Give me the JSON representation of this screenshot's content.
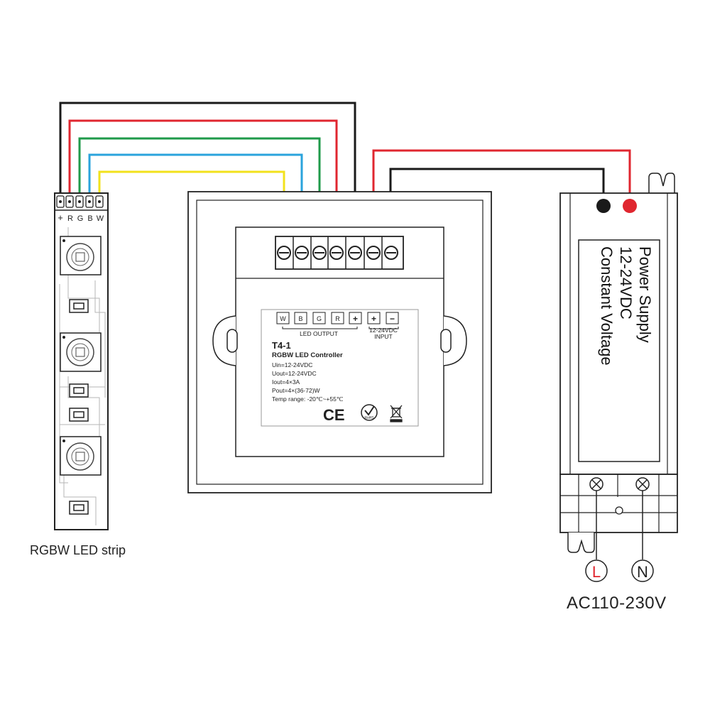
{
  "strip": {
    "pin_labels": [
      "+",
      "R",
      "G",
      "B",
      "W"
    ],
    "caption": "RGBW LED strip"
  },
  "controller": {
    "terminal_labels": [
      "W",
      "B",
      "G",
      "R",
      "+",
      "+",
      "−"
    ],
    "output_group_label": "LED OUTPUT",
    "input_group_label_1": "12-24VDC",
    "input_group_label_2": "INPUT",
    "model": "T4-1",
    "name": "RGBW LED Controller",
    "specs": [
      "Uin=12-24VDC",
      "Uout=12-24VDC",
      "Iout=4×3A",
      "Pout=4×(36-72)W",
      "Temp range: -20℃~+55℃"
    ],
    "ce_mark": "CE",
    "rohs_mark": "RoHS"
  },
  "power_supply": {
    "lines": [
      "Power Supply",
      "12-24VDC",
      "Constant Voltage"
    ],
    "live_label": "L",
    "neutral_label": "N",
    "ac_caption": "AC110-230V"
  },
  "colors": {
    "black": "#1a1a1a",
    "red": "#e0262f",
    "green": "#1f9a4a",
    "blue": "#2aa3dc",
    "yellow": "#f2e21c"
  }
}
